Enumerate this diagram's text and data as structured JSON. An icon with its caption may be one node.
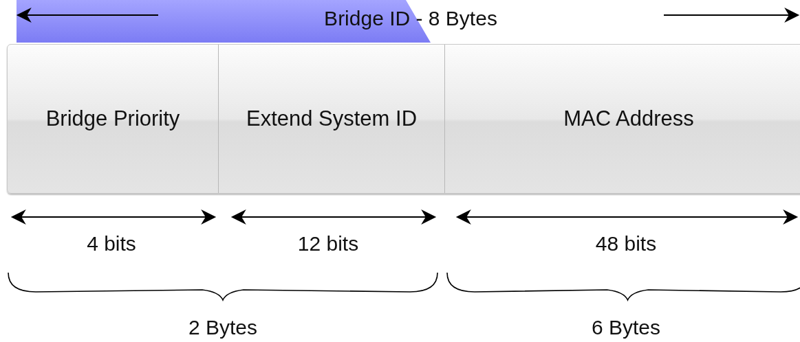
{
  "diagram": {
    "nodes": [
      {
        "text": [
          "Bridge Priority"
        ]
      },
      {
        "text": [
          "Extend System ID"
        ]
      },
      {
        "text": [
          "MAC Address"
        ]
      }
    ],
    "labels": [
      "Bridge ID - 8 Bytes",
      "4 bits",
      "12 bits",
      "48 bits",
      "2 Bytes",
      "6 Bytes"
    ]
  }
}
